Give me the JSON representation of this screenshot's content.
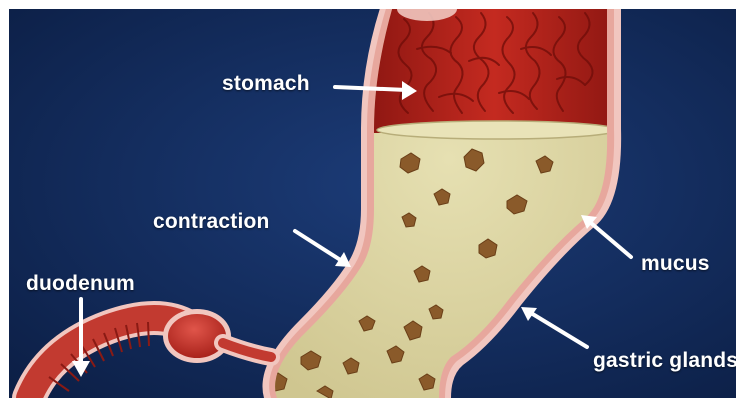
{
  "labels": {
    "stomach": "stomach",
    "contraction": "contraction",
    "duodenum": "duodenum",
    "mucus": "mucus",
    "gastric_glands": "gastric glands"
  },
  "colors": {
    "background": "#122a5a",
    "stomach_wall": "#b8231c",
    "mucus_lining": "#f1c6bf",
    "chyme": "#ddd6a6",
    "food_particles": "#8a5a2a",
    "intestine": "#c23a30",
    "label_text": "#ffffff"
  }
}
